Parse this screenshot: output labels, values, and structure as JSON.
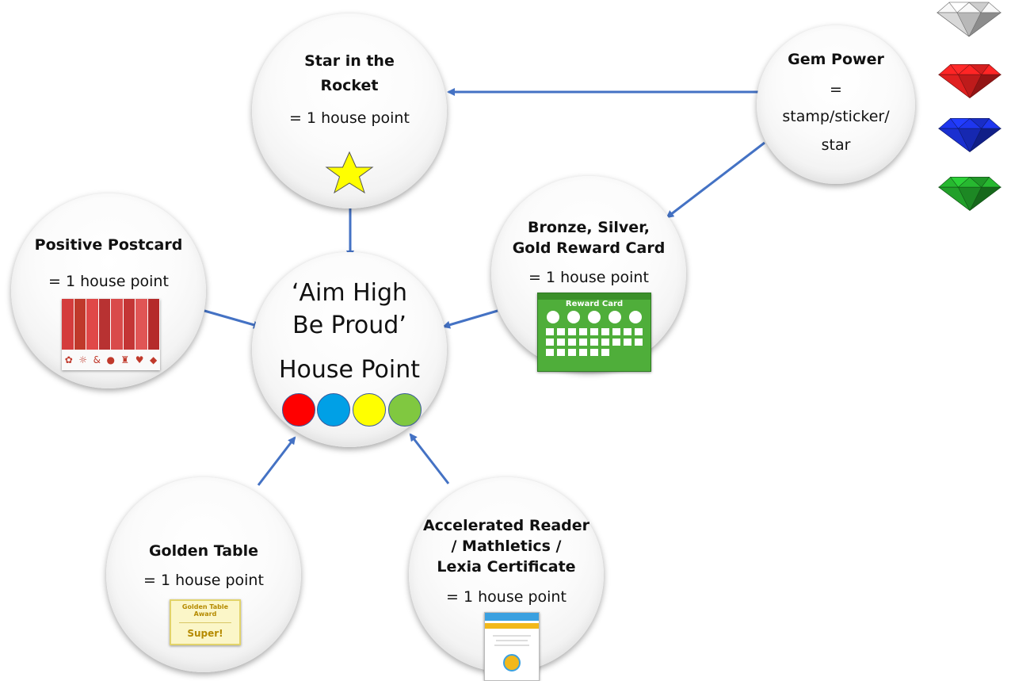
{
  "nodes": {
    "star_rocket": {
      "title_line1": "Star in the",
      "title_line2": "Rocket",
      "value": "= 1 house point"
    },
    "gem_power": {
      "title": "Gem Power",
      "line1": "=",
      "line2": "stamp/sticker/",
      "line3": "star"
    },
    "positive_postcard": {
      "title": "Positive Postcard",
      "value": "= 1 house point"
    },
    "reward_card": {
      "title_line1": "Bronze, Silver,",
      "title_line2": "Gold Reward Card",
      "value": "= 1 house point",
      "card_heading": "Reward Card"
    },
    "center": {
      "line1": "‘Aim High",
      "line2": "Be Proud’",
      "line3": "House Point"
    },
    "golden_table": {
      "title": "Golden Table",
      "value": "= 1 house point",
      "cert_title": "Golden Table Award",
      "cert_word": "Super!"
    },
    "accelerated": {
      "title_line1": "Accelerated Reader",
      "title_line2": "/ Mathletics /",
      "title_line3": "Lexia Certificate",
      "value": "= 1 house point"
    }
  },
  "house_colors": [
    "#ff0000",
    "#00a0e6",
    "#ffff00",
    "#80c840"
  ],
  "gem_colors": [
    "#d8d8d8",
    "#e02020",
    "#1a2fd0",
    "#22a02a"
  ],
  "postcard_colors": [
    "#d43c3c",
    "#c0392b",
    "#e04848",
    "#b83232",
    "#d94a4a",
    "#c43535",
    "#e05555",
    "#b52b2b"
  ],
  "icons": {
    "star": "star-icon",
    "arrow": "arrow-icon",
    "gem": "gem-icon"
  }
}
